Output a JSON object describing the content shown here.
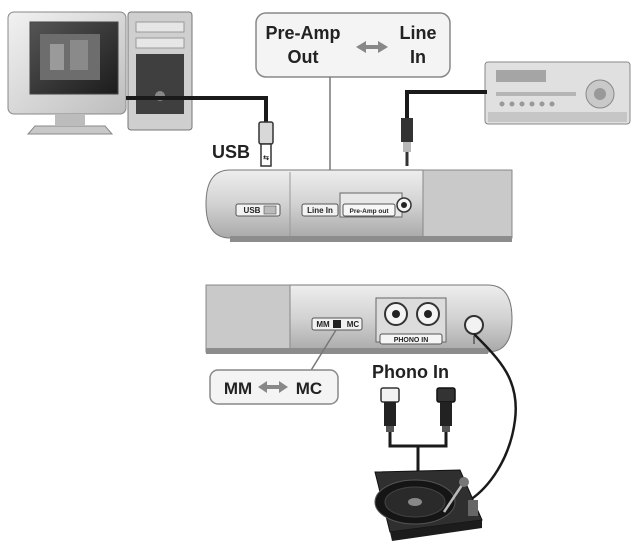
{
  "callouts": {
    "preamp_line1": "Pre-Amp",
    "preamp_line2": "Out",
    "line_in_line1": "Line",
    "line_in_line2": "In",
    "usb": "USB",
    "mm_label": "MM",
    "mc_label": "MC",
    "phono_in": "Phono In"
  },
  "front_panel": {
    "usb_port": "USB",
    "line_in": "Line In",
    "pre_amp_out": "Pre-Amp out"
  },
  "rear_panel": {
    "mm_switch": "MM",
    "mc_switch": "MC",
    "phono_in": "PHONO IN"
  },
  "colors": {
    "device_body": "#d4d4d4",
    "device_dark": "#555555",
    "cable": "#1a1a1a",
    "callout_fill": "#f4f4f4"
  }
}
